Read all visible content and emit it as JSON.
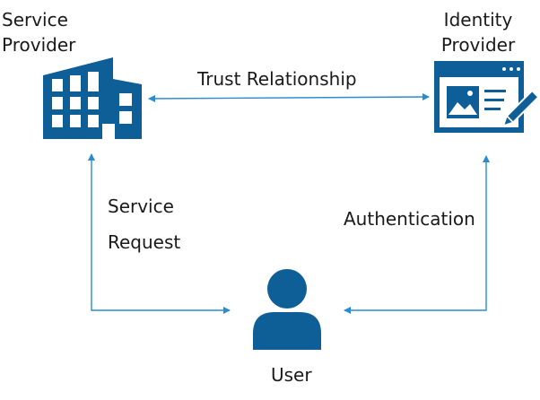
{
  "nodes": {
    "service_provider": {
      "label_line1": "Service",
      "label_line2": "Provider",
      "icon": "building-icon"
    },
    "identity_provider": {
      "label_line1": "Identity",
      "label_line2": "Provider",
      "icon": "browser-window-pen-icon"
    },
    "user": {
      "label": "User",
      "icon": "user-icon"
    }
  },
  "edges": {
    "trust": {
      "label": "Trust Relationship"
    },
    "service_request": {
      "label_line1": "Service",
      "label_line2": "Request"
    },
    "authentication": {
      "label": "Authentication"
    }
  },
  "colors": {
    "icon": "#0e5f97",
    "arrow": "#2a8bd0",
    "text": "#1a1a1a"
  }
}
